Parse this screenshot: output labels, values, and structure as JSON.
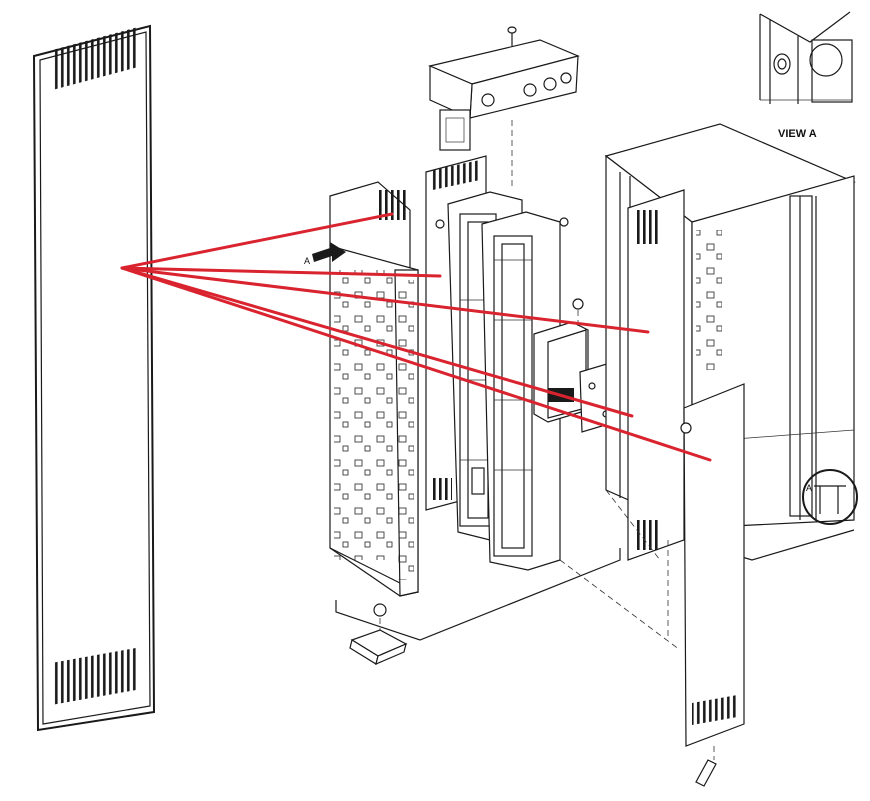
{
  "labels": {
    "view_title": "VIEW A",
    "callout_arrow": "A",
    "callout_circle": "A"
  },
  "colors": {
    "callout_lines": "#d9232e",
    "line_art": "#1a1a1a",
    "background": "#ffffff"
  }
}
